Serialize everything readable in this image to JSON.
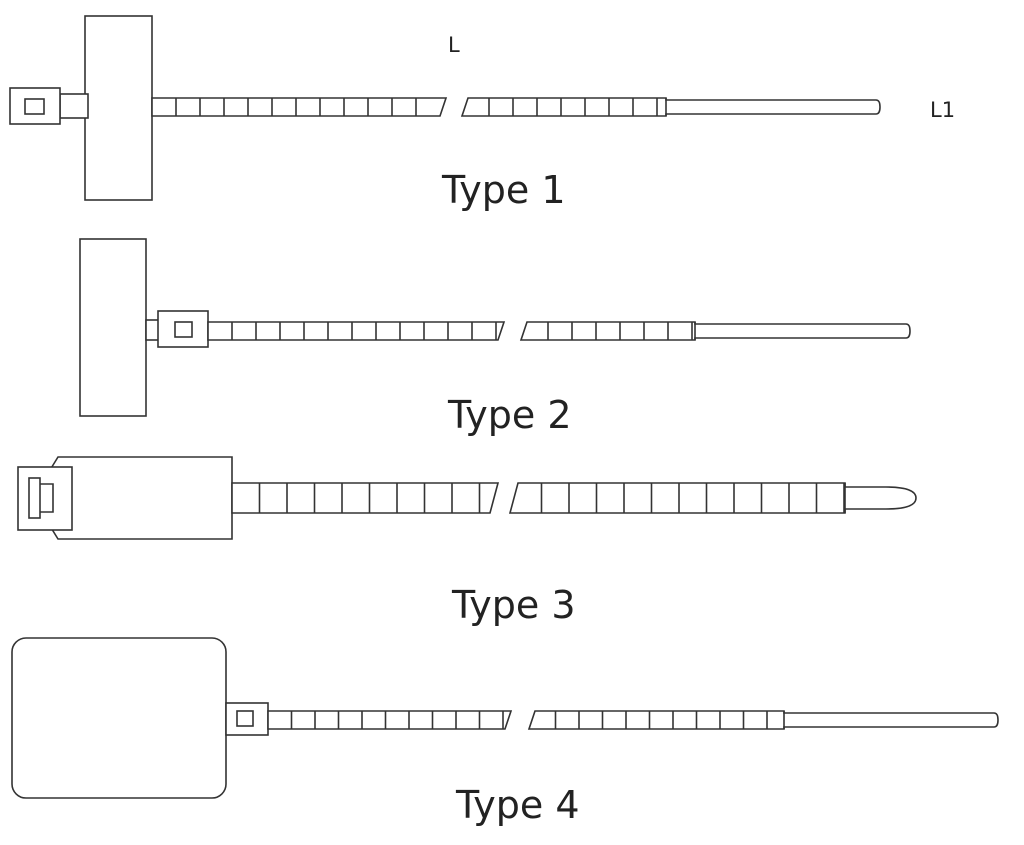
{
  "labels": {
    "length": "L",
    "length_secondary": "L1"
  },
  "types": [
    {
      "name": "Type 1"
    },
    {
      "name": "Type 2"
    },
    {
      "name": "Type 3"
    },
    {
      "name": "Type 4"
    }
  ],
  "colors": {
    "stroke": "#333333",
    "fill": "#ffffff",
    "text": "#222222"
  }
}
